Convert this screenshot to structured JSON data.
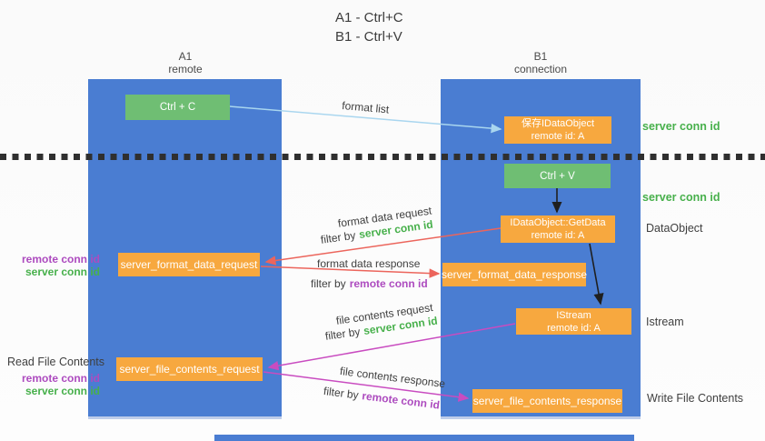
{
  "title": {
    "line1": "A1 - Ctrl+C",
    "line2": "B1 - Ctrl+V"
  },
  "lanes": {
    "a": {
      "title": "A1",
      "subtitle": "remote"
    },
    "b": {
      "title": "B1",
      "subtitle": "connection"
    }
  },
  "boxes": {
    "ctrl_c": {
      "label": "Ctrl + C"
    },
    "ctrl_v": {
      "label": "Ctrl + V"
    },
    "save_dataobject": {
      "line1": "保存IDataObject",
      "line2": "remote id: A"
    },
    "getdata": {
      "line1": "IDataObject::GetData",
      "line2": "remote id: A"
    },
    "istream": {
      "line1": "IStream",
      "line2": "remote id: A"
    },
    "format_request": {
      "label": "server_format_data_request"
    },
    "format_response": {
      "label": "server_format_data_response"
    },
    "file_request": {
      "label": "server_file_contents_request"
    },
    "file_response": {
      "label": "server_file_contents_response"
    }
  },
  "arrow_labels": {
    "format_list": "format list",
    "format_data_request": "format data request",
    "format_data_response": "format data response",
    "file_contents_request": "file contents request",
    "file_contents_response": "file contents response",
    "filter_by": "filter by",
    "server_conn_id": "server conn id",
    "remote_conn_id": "remote conn id"
  },
  "side_labels": {
    "server_conn_id_top": "server conn id",
    "server_conn_id_mid": "server conn id",
    "dataobject": "DataObject",
    "istream": "Istream",
    "read_file_contents": "Read File Contents",
    "write_file_contents": "Write File Contents",
    "left_pair_1": {
      "remote": "remote conn id",
      "server": "server conn id"
    },
    "left_pair_2": {
      "remote": "remote conn id",
      "server": "server conn id"
    }
  },
  "colors": {
    "lane_blue": "#4a7dd2",
    "box_orange": "#f7a83f",
    "box_green": "#6fbe73",
    "text_green": "#47b04b",
    "text_purple": "#ad4bbf",
    "arrow_red": "#ec655c",
    "arrow_magenta": "#c94cc0",
    "arrow_lightblue": "#a9d6ef",
    "arrow_black": "#1f1f1f"
  }
}
